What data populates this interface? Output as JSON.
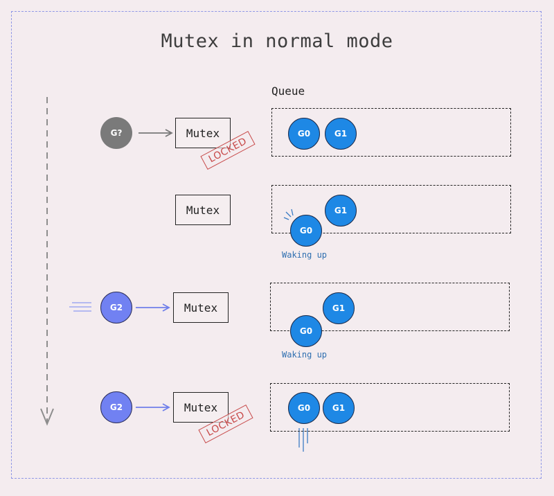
{
  "title": "Mutex in normal mode",
  "queue_label": "Queue",
  "mutex_label": "Mutex",
  "locked_label": "LOCKED",
  "waking_label": "Waking up",
  "goroutines": {
    "unknown": "G?",
    "g0": "G0",
    "g1": "G1",
    "g2": "G2"
  },
  "colors": {
    "background": "#f4ecef",
    "frame": "#8f97e6",
    "queued_goroutine": "#1e88e5",
    "incoming_goroutine": "#7181f2",
    "unknown_goroutine": "#7a7a7a",
    "locked_stamp": "#c84b4b",
    "waking_text": "#2f6fb0"
  }
}
